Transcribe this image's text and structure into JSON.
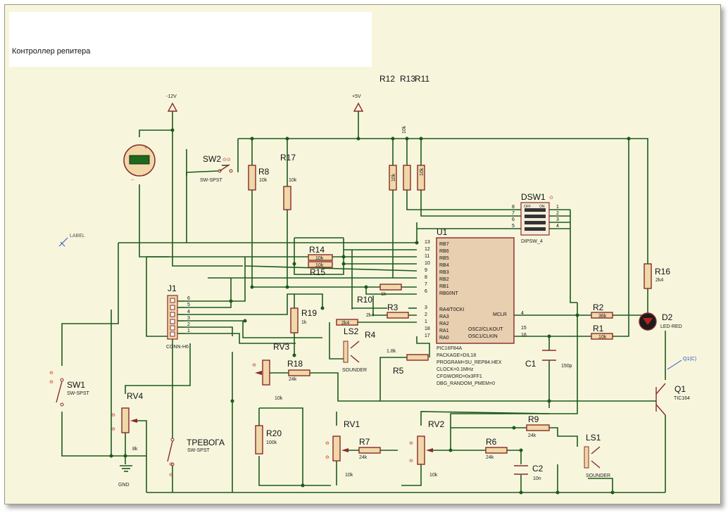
{
  "title": "Контроллер репитера",
  "top_labels": {
    "r12": "R12",
    "r13": "R13",
    "r11": "R11"
  },
  "power": {
    "neg12": "-12V",
    "pos5": "+5V",
    "gnd": "GND"
  },
  "u1": {
    "ref": "U1",
    "pins_left": [
      "RB7",
      "RB6",
      "RB5",
      "RB4",
      "RB3",
      "RB2",
      "RB1",
      "RB0/INT",
      "RA4/T0CKI",
      "RA3",
      "RA2",
      "RA1",
      "RA0"
    ],
    "pin_nums_left": [
      "13",
      "12",
      "11",
      "10",
      "9",
      "8",
      "7",
      "6",
      "3",
      "2",
      "1",
      "18",
      "17"
    ],
    "pins_right": [
      "MCLR",
      "OSC2/CLKOUT",
      "OSC1/CLKIN"
    ],
    "pin_nums_right": [
      "4",
      "15",
      "16"
    ],
    "info": [
      "PIC16F84A",
      "PACKAGE=DIL18",
      "PROGRAM=SU_REP84.HEX",
      "CLOCK=0.1MHz",
      "CFGWORD=0x3FF1",
      "DBG_RANDOM_PMEM=0"
    ]
  },
  "dsw1": {
    "ref": "DSW1",
    "type": "DIPSW_4",
    "off": "OFF",
    "on": "ON",
    "left_nums": [
      "8",
      "7",
      "6",
      "5"
    ],
    "right_nums": [
      "1",
      "2",
      "3",
      "4"
    ]
  },
  "j1": {
    "ref": "J1",
    "type": "CONN-H6",
    "pins": [
      "6",
      "5",
      "4",
      "3",
      "2",
      "1"
    ]
  },
  "switches": {
    "sw1": {
      "ref": "SW1",
      "type": "SW-SPST"
    },
    "sw2": {
      "ref": "SW2",
      "type": "SW-SPST"
    },
    "alarm": {
      "ref": "ТРЕВОГА",
      "type": "SW-SPST"
    }
  },
  "resistors": {
    "r8": {
      "ref": "R8",
      "val": "10k"
    },
    "r17": {
      "ref": "R17",
      "val": "10k"
    },
    "r14": {
      "ref": "R14",
      "val": "10k"
    },
    "r15": {
      "ref": "R15",
      "val": "10k"
    },
    "r10": {
      "ref": "R10",
      "val": "1k"
    },
    "r19": {
      "ref": "R19",
      "val": "1k"
    },
    "r3": {
      "ref": "R3",
      "val": "2k4"
    },
    "r4": {
      "ref": "R4",
      "val": "2k4"
    },
    "r5": {
      "ref": "R5",
      "val": "1.8k"
    },
    "r18": {
      "ref": "R18",
      "val": "24k"
    },
    "r20": {
      "ref": "R20",
      "val": "100k"
    },
    "r7": {
      "ref": "R7",
      "val": "24k"
    },
    "r6": {
      "ref": "R6",
      "val": "24k"
    },
    "r9": {
      "ref": "R9",
      "val": "24k"
    },
    "r2": {
      "ref": "R2",
      "val": "36k"
    },
    "r1": {
      "ref": "R1",
      "val": "10k"
    },
    "r16": {
      "ref": "R16",
      "val": "2k4"
    },
    "r11v": {
      "val": "10k"
    },
    "r12v": {
      "val": "10k"
    },
    "r13v": {
      "val": "10k"
    }
  },
  "pots": {
    "rv1": {
      "ref": "RV1",
      "val": "10k"
    },
    "rv2": {
      "ref": "RV2",
      "val": "10k"
    },
    "rv3": {
      "ref": "RV3",
      "val": "10k"
    },
    "rv4": {
      "ref": "RV4",
      "val": "8k"
    }
  },
  "caps": {
    "c1": {
      "ref": "C1",
      "val": "150p"
    },
    "c2": {
      "ref": "C2",
      "val": "10n"
    }
  },
  "ls1": {
    "ref": "LS1",
    "type": "SOUNDER"
  },
  "ls2": {
    "ref": "LS2",
    "type": "SOUNDER"
  },
  "d2": {
    "ref": "D2",
    "type": "LED-RED"
  },
  "q1": {
    "ref": "Q1",
    "type": "TIC164",
    "probe": "Q1(C)"
  },
  "label_tool": "LABEL",
  "colors": {
    "wire": "#1c5a1c",
    "component": "#8a2a2a",
    "sheet": "#f7f6dd",
    "led": "#222222"
  }
}
